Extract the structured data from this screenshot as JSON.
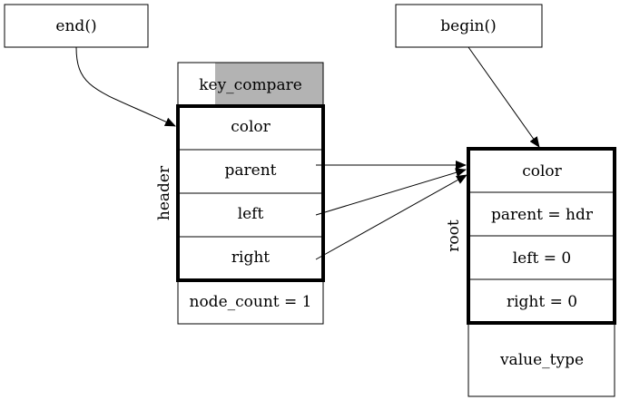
{
  "diagram": {
    "end_label": "end()",
    "begin_label": "begin()",
    "header_label": "header",
    "root_label": "root",
    "header_node": {
      "key_compare": "key_compare",
      "fields": [
        "color",
        "parent",
        "left",
        "right"
      ],
      "node_count": "node_count = 1"
    },
    "root_node": {
      "fields": [
        "color",
        "parent = hdr",
        "left = 0",
        "right = 0"
      ],
      "value_type": "value_type"
    },
    "colors": {
      "key_compare_fill": "#b3b3b3",
      "stroke": "#000000",
      "background": "#ffffff"
    }
  }
}
